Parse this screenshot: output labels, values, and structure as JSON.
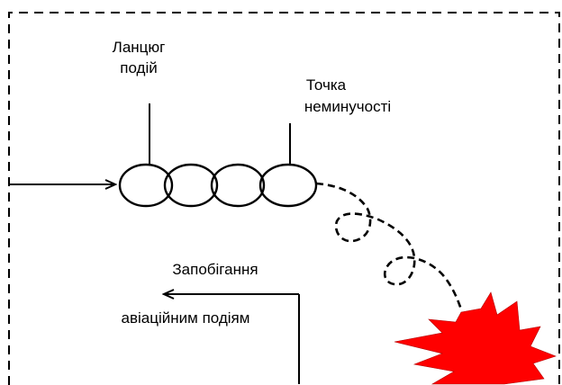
{
  "labels": {
    "event_chain_line1": "Ланцюг",
    "event_chain_line2": "подій",
    "inevitability_line1": "Точка",
    "inevitability_line2": "неминучості",
    "prevention_line1": "Запобігання",
    "prevention_line2": "авіаційним подіям"
  },
  "colors": {
    "stroke": "#000000",
    "explosion": "#ff0000",
    "background": "#ffffff"
  },
  "icons": {
    "explosion": "explosion-burst-icon"
  }
}
